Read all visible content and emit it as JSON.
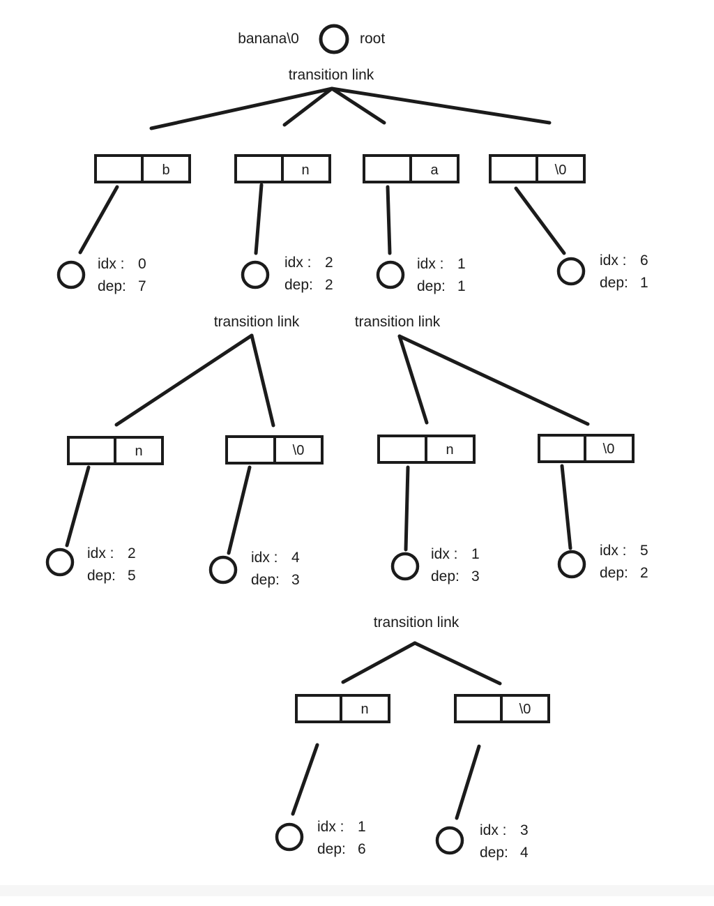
{
  "colors": {
    "ink": "#1b1b1b",
    "background": "#ffffff"
  },
  "header": {
    "string": "banana\\0",
    "root": "root"
  },
  "labels": {
    "transition": "transition link",
    "idx": "idx :",
    "dep": "dep:"
  },
  "nodes": {
    "level1": [
      {
        "char": "b",
        "idx": "0",
        "dep": "7"
      },
      {
        "char": "n",
        "idx": "2",
        "dep": "2"
      },
      {
        "char": "a",
        "idx": "1",
        "dep": "1"
      },
      {
        "char": "\\0",
        "idx": "6",
        "dep": "1"
      }
    ],
    "level2_left": [
      {
        "char": "n",
        "idx": "2",
        "dep": "5"
      },
      {
        "char": "\\0",
        "idx": "4",
        "dep": "3"
      }
    ],
    "level2_right": [
      {
        "char": "n",
        "idx": "1",
        "dep": "3"
      },
      {
        "char": "\\0",
        "idx": "5",
        "dep": "2"
      }
    ],
    "level3": [
      {
        "char": "n",
        "idx": "1",
        "dep": "6"
      },
      {
        "char": "\\0",
        "idx": "3",
        "dep": "4"
      }
    ]
  }
}
